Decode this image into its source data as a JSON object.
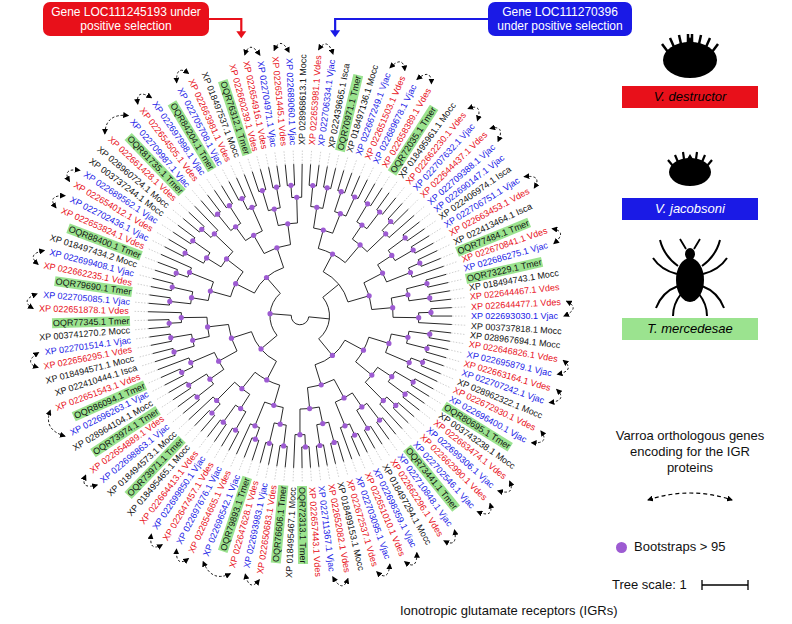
{
  "diagram": {
    "caption": "Ionotropic glutamate receptors (IGRs)",
    "nodes": [
      {
        "text": [
          "Gene LOC111245193 under positive selection"
        ]
      },
      {
        "text": [
          "Gene LOC111270396 under positive selection"
        ]
      }
    ],
    "labels": [
      "XP 022653981.1 Vdes",
      "XP 022706334.1 Vjac",
      "XP 022439665.1 Isca",
      "OQR70971.1 Tmer",
      "XP 018497136.1 Mocc",
      "XP 022667249.1 Vjac",
      "XP 022651503.1 Vdes",
      "XP 022689678.1 Vjac",
      "XP 022658389.1 Vdes",
      "OQR72035.1 Tmer",
      "XP 018495961.1 Mocc",
      "XP 022662230.1 Vdes",
      "XP 022707632.1 Vjac",
      "XP 022644437.1 Vdes",
      "XP 022709388.1 Vjac",
      "XP 022690147.1 Vjac",
      "XP 022406974.1 Isca",
      "XP 022706751.1 Vjac",
      "XP 022663453.1 Vdes",
      "XP 022413464.1 Isca",
      "OQR77484.1 Tmer",
      "XP 022670841.1 Vdes",
      "XP 022686275.1 Vjac",
      "OQR73229.1 Tmer",
      "XP 018494743.1 Mocc",
      "XP 022644467.1 Vdes",
      "XP 022644477.1 Vdes",
      "XP 022693030.1 Vjac",
      "XP 003737818.1 Mocc",
      "XP 028967694.1 Mocc",
      "XP 022646826.1 Vdes",
      "XP 022695879.1 Vjac",
      "XP 022663164.1 Vdes",
      "XP 022707242.1 Vjac",
      "XP 028962322.1 Mocc",
      "XP 022672930.1 Vdes",
      "XP 022696400.1 Vjac",
      "OQR80695.1 Tmer",
      "XP 003743238.1 Mocc",
      "XP 022663474.1 Vdes",
      "XP 022699306.1 Vjac",
      "XP 022662990.1 Vdes",
      "XP 022702546.1 Vjac",
      "OQR73441.1 Tmer",
      "XP 022710848.1 Vjac",
      "XP 022662296.1 Vdes",
      "XP 018497294.1 Mocc",
      "XP 022698359.1 Vjac",
      "XP 022651010.1 Vdes",
      "XP 022703095.1 Vjac",
      "XP 022672537.1 Vdes",
      "XP 018499153.1 Mocc",
      "XP 022652082.1 Vdes",
      "XP 022711367.1 Vjac",
      "XP 022657443.1 Vdes",
      "OQR72313.1 Tmer",
      "XP 018495467.1 Mocc",
      "OQR76606.1 Tmer",
      "XP 022650683.1 Vdes",
      "XP 022693983.1 Vjac",
      "XP 022647628.1 Vdes",
      "OQR79893.1 Tmer",
      "XP 022696542.1 Vjac",
      "XP 022654665.1 Vdes",
      "XP 022697676.1 Vjac",
      "XP 022647457.1 Vdes",
      "XP 022699850.1 Vjac",
      "XP 022664413.1 Vdes",
      "XP 018495465.1 Mocc",
      "OQR73971.1 Tmer",
      "XP 018494573.1 Mocc",
      "XP 022698863.1 Vjac",
      "XP 022654889.1 Vdes",
      "OQR73974.1 Tmer",
      "XP 028964104.1 Mocc",
      "XP 022696263.1 Vjac",
      "OQR86094.1 Tmer",
      "XP 022651543.1 Vdes",
      "XP 022410444.1 Isca",
      "XP 018494571.1 Mocc",
      "XP 022656295.1 Vdes",
      "XP 022701514.1 Vjac",
      "XP 003741270.2 Mocc",
      "OQR77345.1 Tmer",
      "XP 022651878.1 Vdes",
      "XP 022705085.1 Vjac",
      "OQR79690.1 Tmer",
      "XP 022662235.1 Vdes",
      "XP 022699408.1 Vjac",
      "XP 018497434.2 Mocc",
      "OQR88400.1 Tmer",
      "XP 022653824.1 Vdes",
      "XP 022702436.1 Vjac",
      "XP 022654012.1 Vdes",
      "XP 022689562.1 Vjac",
      "XP 003737244.1 Mocc",
      "XP 028960724.1 Mocc",
      "XP 022661428.1 Vdes",
      "OQR81735.1 Tmer",
      "XP 022709987.1 Vjac",
      "XP 022654505.1 Vdes",
      "XP 022697998.1 Vjac",
      "OQR84204.1 Tmer",
      "XP 022705708.1 Vjac",
      "XP 022663981.1 Vdes",
      "XP 018497537.1 Mocc",
      "OQR76312.1 Tmer",
      "XP 022660239.1 Vdes",
      "XP 022654916.1 Vdes",
      "XP 022704971.1 Vjac",
      "XP 022651445.1 Vdes",
      "XP 022689060.1 Vjac",
      "XP 028968613.1 Mocc"
    ],
    "legend": [
      {
        "text": "V. destructor",
        "color": "#e8101a"
      },
      {
        "text": "V. jacobsoni",
        "color": "#1a1ae6"
      },
      {
        "text": "T. mercedesae",
        "color": "#9be38f"
      },
      {
        "text": "Varroa orthologous genes encoding for the IGR proteins"
      },
      {
        "text": "Bootstraps > 95",
        "color": "#9d5bd2"
      },
      {
        "text": "Tree scale: 1"
      }
    ]
  }
}
